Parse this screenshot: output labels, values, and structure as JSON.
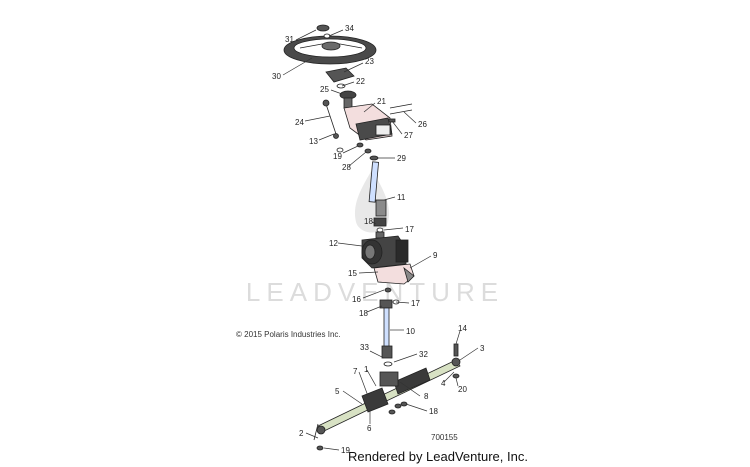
{
  "watermark": {
    "text": "LEADVENTURE"
  },
  "copyright": "© 2015 Polaris Industries Inc.",
  "diagram_number": "700155",
  "rendered_by": "Rendered by LeadVenture, Inc.",
  "callouts": [
    {
      "label": "31"
    },
    {
      "label": "34"
    },
    {
      "label": "30"
    },
    {
      "label": "23"
    },
    {
      "label": "22"
    },
    {
      "label": "25"
    },
    {
      "label": "21"
    },
    {
      "label": "24"
    },
    {
      "label": "13"
    },
    {
      "label": "26"
    },
    {
      "label": "27"
    },
    {
      "label": "19"
    },
    {
      "label": "28"
    },
    {
      "label": "29"
    },
    {
      "label": "11"
    },
    {
      "label": "18"
    },
    {
      "label": "17"
    },
    {
      "label": "12"
    },
    {
      "label": "9"
    },
    {
      "label": "15"
    },
    {
      "label": "16"
    },
    {
      "label": "17"
    },
    {
      "label": "18"
    },
    {
      "label": "10"
    },
    {
      "label": "14"
    },
    {
      "label": "3"
    },
    {
      "label": "33"
    },
    {
      "label": "32"
    },
    {
      "label": "7"
    },
    {
      "label": "1"
    },
    {
      "label": "4"
    },
    {
      "label": "20"
    },
    {
      "label": "5"
    },
    {
      "label": "8"
    },
    {
      "label": "18"
    },
    {
      "label": "6"
    },
    {
      "label": "2"
    },
    {
      "label": "19"
    }
  ]
}
